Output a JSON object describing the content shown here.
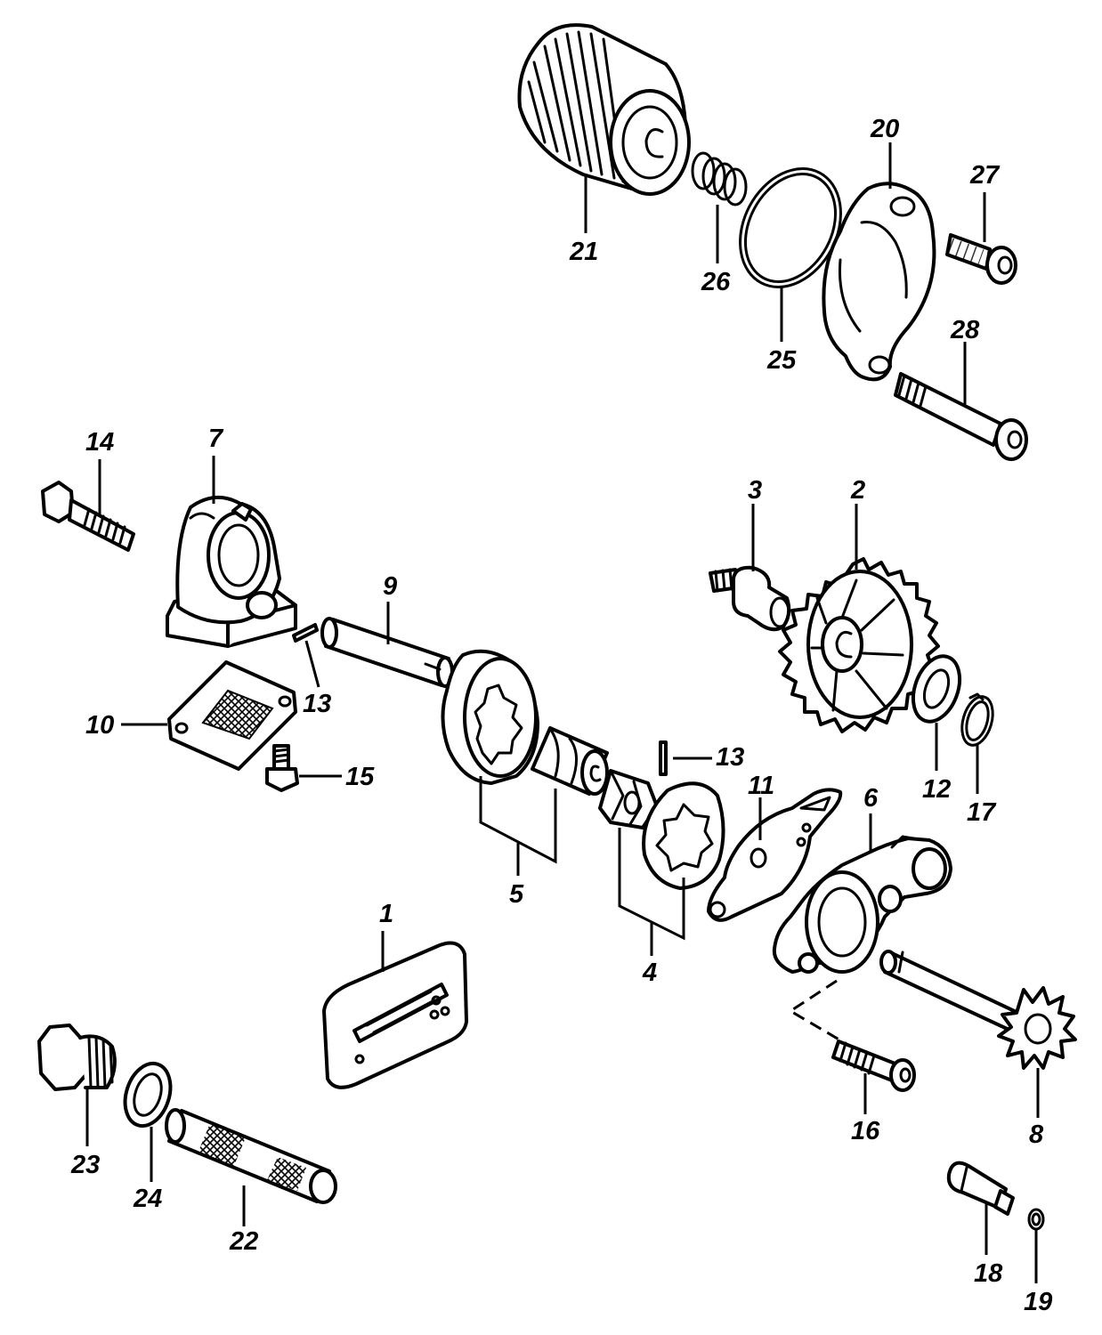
{
  "diagram": {
    "callouts": {
      "c1": "1",
      "c2": "2",
      "c3": "3",
      "c4": "4",
      "c5": "5",
      "c6": "6",
      "c7": "7",
      "c8": "8",
      "c9": "9",
      "c10": "10",
      "c11": "11",
      "c12": "12",
      "c13a": "13",
      "c13b": "13",
      "c14": "14",
      "c15": "15",
      "c16": "16",
      "c17": "17",
      "c18": "18",
      "c19": "19",
      "c20": "20",
      "c21": "21",
      "c22": "22",
      "c23": "23",
      "c24": "24",
      "c25": "25",
      "c26": "26",
      "c27": "27",
      "c28": "28"
    }
  }
}
